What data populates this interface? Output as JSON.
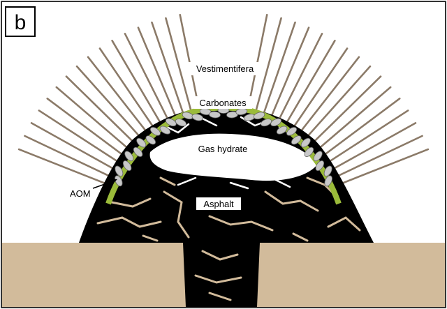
{
  "panel_label": "b",
  "labels": {
    "vestimentifera": "Vestimentifera",
    "carbonates": "Carbonates",
    "gas_hydrate": "Gas hydrate",
    "aom": "AOM",
    "asphalt": "Asphalt"
  },
  "colors": {
    "sediment": "#d2bb9b",
    "asphalt": "#000000",
    "tube": "#8b7a68",
    "carbonate": "#c8c8c8",
    "mat": "#9bbb3a",
    "hydrate": "#ffffff"
  }
}
